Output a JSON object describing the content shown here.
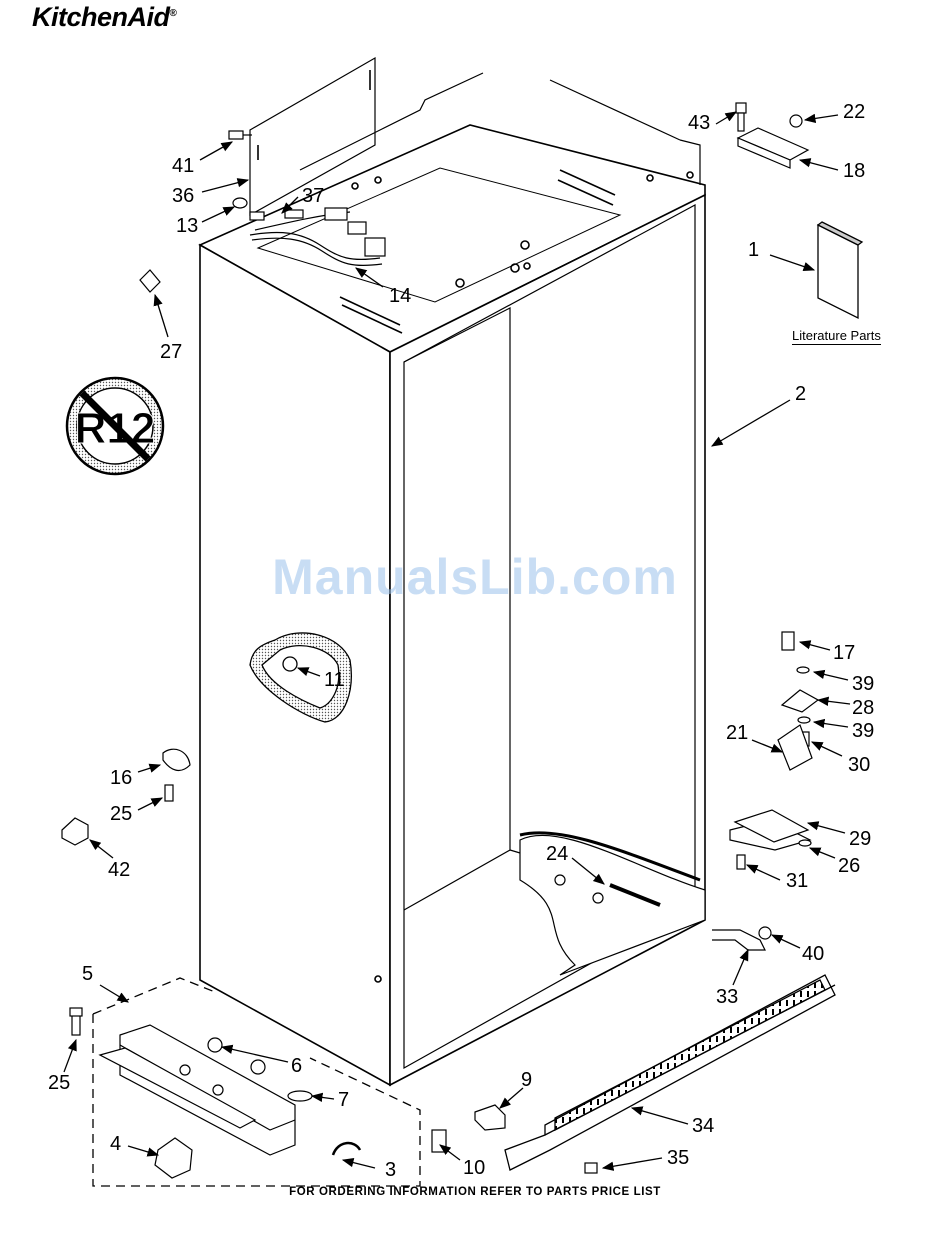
{
  "header": {
    "brand": "KitchenAid",
    "brand_mark": "®"
  },
  "badge": {
    "text": "R12"
  },
  "literature": {
    "label": "Literature Parts"
  },
  "watermark": {
    "text": "ManualsLib.com"
  },
  "footer": {
    "text": "FOR ORDERING INFORMATION REFER TO PARTS PRICE LIST"
  },
  "callouts": {
    "c41": "41",
    "c36": "36",
    "c13": "13",
    "c37": "37",
    "c14": "14",
    "c27": "27",
    "c43": "43",
    "c22": "22",
    "c18": "18",
    "c1": "1",
    "c2": "2",
    "c11": "11",
    "c16": "16",
    "c25a": "25",
    "c42": "42",
    "c17": "17",
    "c39a": "39",
    "c28": "28",
    "c39b": "39",
    "c21": "21",
    "c30": "30",
    "c29": "29",
    "c24": "24",
    "c31": "31",
    "c26": "26",
    "c40": "40",
    "c33": "33",
    "c5": "5",
    "c25b": "25",
    "c6": "6",
    "c7": "7",
    "c9": "9",
    "c34": "34",
    "c4": "4",
    "c3": "3",
    "c10": "10",
    "c35": "35"
  }
}
